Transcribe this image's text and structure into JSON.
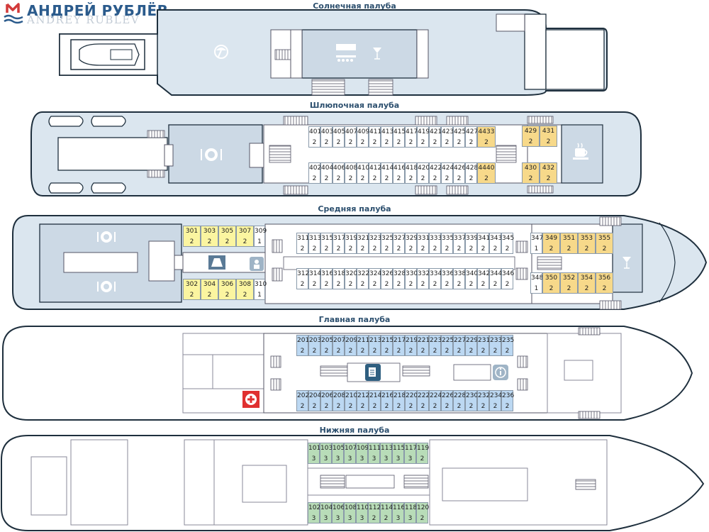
{
  "logo": {
    "name_ru": "АНДРЕЙ РУБЛЁВ",
    "name_en": "ANDREY RUBLEV"
  },
  "decks": [
    {
      "id": "sun",
      "title": "Солнечная палуба"
    },
    {
      "id": "boat",
      "title": "Шлюпочная палуба"
    },
    {
      "id": "middle",
      "title": "Средняя палуба"
    },
    {
      "id": "main",
      "title": "Главная палуба"
    },
    {
      "id": "lower",
      "title": "Нижняя палуба"
    }
  ],
  "colors": {
    "hull": "#dbe6ef",
    "room": "#ccd9e5",
    "outline": "#1e2f3d",
    "cabin_white": "#ffffff",
    "cabin_orange": "#f7d98a",
    "cabin_yellow": "#fbf5a0",
    "cabin_blue": "#bcd8f2",
    "cabin_green": "#b8dcb8",
    "title": "#2c4f6e"
  },
  "icons": [
    "umbrella-icon",
    "bar-counter-icon",
    "cocktail-icon",
    "restaurant-icon",
    "coffee-icon",
    "souvenir-shop-icon",
    "elevator-icon",
    "library-icon",
    "info-icon",
    "first-aid-icon"
  ],
  "cabins": {
    "boat_top": [
      [
        "401",
        "2"
      ],
      [
        "403",
        "2"
      ],
      [
        "405",
        "2"
      ],
      [
        "407",
        "2"
      ],
      [
        "409",
        "2"
      ],
      [
        "411",
        "2"
      ],
      [
        "413",
        "2"
      ],
      [
        "415",
        "2"
      ],
      [
        "417",
        "2"
      ],
      [
        "419",
        "2"
      ],
      [
        "421",
        "2"
      ],
      [
        "423",
        "2"
      ],
      [
        "425",
        "2"
      ],
      [
        "427",
        "2"
      ]
    ],
    "boat_top_special": [
      "4433",
      "2"
    ],
    "boat_bottom": [
      [
        "402",
        "2"
      ],
      [
        "404",
        "2"
      ],
      [
        "406",
        "2"
      ],
      [
        "408",
        "2"
      ],
      [
        "410",
        "2"
      ],
      [
        "412",
        "2"
      ],
      [
        "414",
        "2"
      ],
      [
        "416",
        "2"
      ],
      [
        "418",
        "2"
      ],
      [
        "420",
        "2"
      ],
      [
        "422",
        "2"
      ],
      [
        "424",
        "2"
      ],
      [
        "426",
        "2"
      ],
      [
        "428",
        "2"
      ]
    ],
    "boat_bottom_special": [
      "4440",
      "2"
    ],
    "boat_aft_top": [
      [
        "429",
        "2"
      ],
      [
        "431",
        "2"
      ]
    ],
    "boat_aft_bottom": [
      [
        "430",
        "2"
      ],
      [
        "432",
        "2"
      ]
    ],
    "mid_fwd_top": [
      [
        "301",
        "2"
      ],
      [
        "303",
        "2"
      ],
      [
        "305",
        "2"
      ],
      [
        "307",
        "2"
      ]
    ],
    "mid_fwd_top_small": [
      "309",
      "1"
    ],
    "mid_fwd_bottom": [
      [
        "302",
        "2"
      ],
      [
        "304",
        "2"
      ],
      [
        "306",
        "2"
      ],
      [
        "308",
        "2"
      ]
    ],
    "mid_fwd_bottom_small": [
      "310",
      "1"
    ],
    "mid_top": [
      [
        "311",
        "2"
      ],
      [
        "313",
        "2"
      ],
      [
        "315",
        "2"
      ],
      [
        "317",
        "2"
      ],
      [
        "319",
        "2"
      ],
      [
        "321",
        "2"
      ],
      [
        "323",
        "2"
      ],
      [
        "325",
        "2"
      ],
      [
        "327",
        "2"
      ],
      [
        "329",
        "2"
      ],
      [
        "331",
        "2"
      ],
      [
        "333",
        "2"
      ],
      [
        "335",
        "2"
      ],
      [
        "337",
        "2"
      ],
      [
        "339",
        "2"
      ],
      [
        "341",
        "2"
      ],
      [
        "343",
        "2"
      ],
      [
        "345",
        "2"
      ]
    ],
    "mid_bottom": [
      [
        "312",
        "2"
      ],
      [
        "314",
        "2"
      ],
      [
        "316",
        "2"
      ],
      [
        "318",
        "2"
      ],
      [
        "320",
        "2"
      ],
      [
        "322",
        "2"
      ],
      [
        "324",
        "2"
      ],
      [
        "326",
        "2"
      ],
      [
        "328",
        "2"
      ],
      [
        "330",
        "2"
      ],
      [
        "332",
        "2"
      ],
      [
        "334",
        "2"
      ],
      [
        "336",
        "2"
      ],
      [
        "338",
        "2"
      ],
      [
        "340",
        "2"
      ],
      [
        "342",
        "2"
      ],
      [
        "344",
        "2"
      ],
      [
        "346",
        "2"
      ]
    ],
    "mid_aft_top_single": [
      "347",
      "1"
    ],
    "mid_aft_top": [
      [
        "349",
        "2"
      ],
      [
        "351",
        "2"
      ],
      [
        "353",
        "2"
      ],
      [
        "355",
        "2"
      ]
    ],
    "mid_aft_bottom_single": [
      "348",
      "1"
    ],
    "mid_aft_bottom": [
      [
        "350",
        "2"
      ],
      [
        "352",
        "2"
      ],
      [
        "354",
        "2"
      ],
      [
        "356",
        "2"
      ]
    ],
    "main_top": [
      [
        "201",
        "2"
      ],
      [
        "203",
        "2"
      ],
      [
        "205",
        "2"
      ],
      [
        "207",
        "2"
      ],
      [
        "209",
        "2"
      ],
      [
        "211",
        "2"
      ],
      [
        "213",
        "2"
      ],
      [
        "215",
        "2"
      ],
      [
        "217",
        "2"
      ],
      [
        "219",
        "2"
      ],
      [
        "221",
        "2"
      ],
      [
        "223",
        "2"
      ],
      [
        "225",
        "2"
      ],
      [
        "227",
        "2"
      ],
      [
        "229",
        "2"
      ],
      [
        "231",
        "2"
      ],
      [
        "233",
        "2"
      ],
      [
        "235",
        "2"
      ]
    ],
    "main_bottom": [
      [
        "202",
        "2"
      ],
      [
        "204",
        "2"
      ],
      [
        "206",
        "2"
      ],
      [
        "208",
        "2"
      ],
      [
        "210",
        "2"
      ],
      [
        "212",
        "2"
      ],
      [
        "214",
        "2"
      ],
      [
        "216",
        "2"
      ],
      [
        "218",
        "2"
      ],
      [
        "220",
        "2"
      ],
      [
        "222",
        "2"
      ],
      [
        "224",
        "2"
      ],
      [
        "226",
        "2"
      ],
      [
        "228",
        "2"
      ],
      [
        "230",
        "2"
      ],
      [
        "232",
        "2"
      ],
      [
        "234",
        "2"
      ],
      [
        "236",
        "2"
      ]
    ],
    "lower_top": [
      [
        "101",
        "3"
      ],
      [
        "103",
        "3"
      ],
      [
        "105",
        "3"
      ],
      [
        "107",
        "3"
      ],
      [
        "109",
        "3"
      ],
      [
        "111",
        "3"
      ],
      [
        "113",
        "3"
      ],
      [
        "115",
        "3"
      ],
      [
        "117",
        "3"
      ],
      [
        "119",
        "2"
      ]
    ],
    "lower_bottom": [
      [
        "102",
        "3"
      ],
      [
        "104",
        "3"
      ],
      [
        "106",
        "3"
      ],
      [
        "108",
        "3"
      ],
      [
        "110",
        "3"
      ],
      [
        "112",
        "2"
      ],
      [
        "114",
        "2"
      ],
      [
        "116",
        "3"
      ],
      [
        "118",
        "3"
      ],
      [
        "120",
        "2"
      ]
    ]
  }
}
